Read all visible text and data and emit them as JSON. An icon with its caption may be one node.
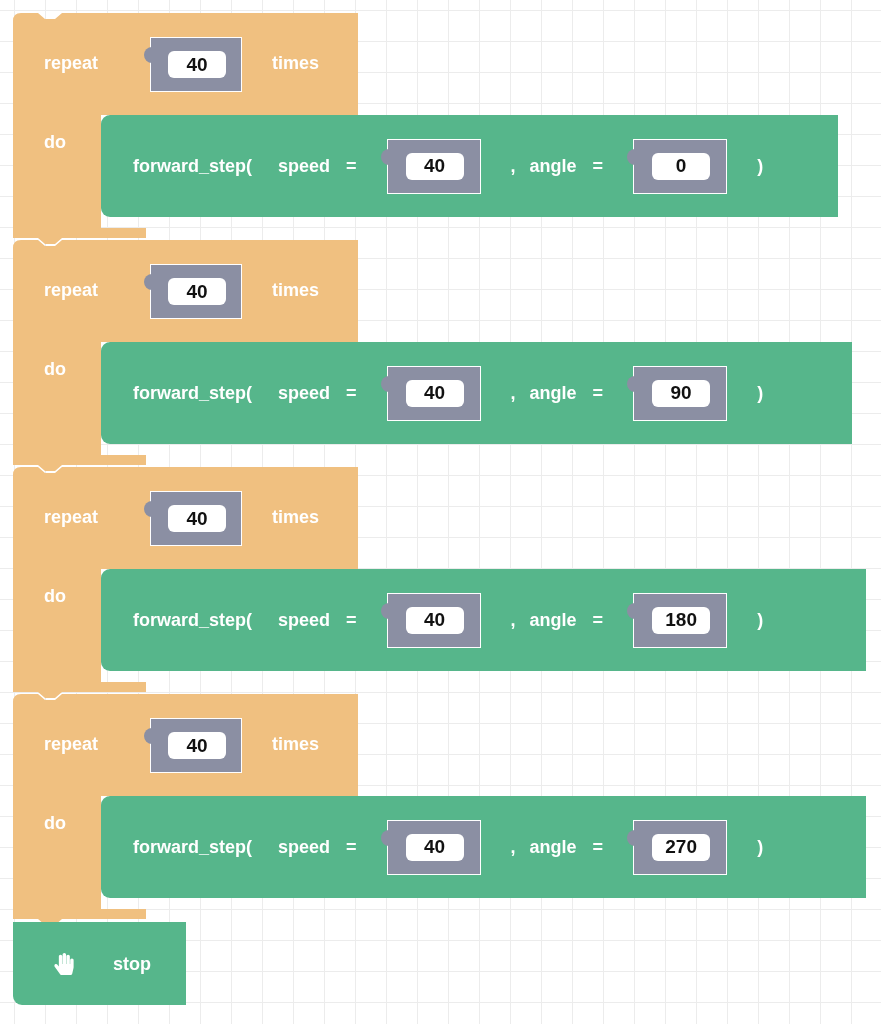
{
  "diagram": {
    "nodes": [
      {
        "text": [
          "repeat",
          "times",
          "do"
        ]
      },
      {
        "text": [
          "40"
        ],
        "in": 0
      },
      {
        "text": [
          "forward_step(",
          "speed",
          "=",
          ",",
          "angle",
          "=",
          ")"
        ]
      },
      {
        "text": [
          "40"
        ],
        "in": 2
      },
      {
        "text": [
          "0"
        ],
        "in": 2
      },
      {
        "text": [
          "repeat",
          "times",
          "do"
        ]
      },
      {
        "text": [
          "40"
        ],
        "in": 5
      },
      {
        "text": [
          "forward_step(",
          "speed",
          "=",
          ",",
          "angle",
          "=",
          ")"
        ]
      },
      {
        "text": [
          "40"
        ],
        "in": 7
      },
      {
        "text": [
          "90"
        ],
        "in": 7
      },
      {
        "text": [
          "repeat",
          "times",
          "do"
        ]
      },
      {
        "text": [
          "40"
        ],
        "in": 10
      },
      {
        "text": [
          "forward_step(",
          "speed",
          "=",
          ",",
          "angle",
          "=",
          ")"
        ]
      },
      {
        "text": [
          "40"
        ],
        "in": 12
      },
      {
        "text": [
          "180"
        ],
        "in": 12
      },
      {
        "text": [
          "repeat",
          "times",
          "do"
        ]
      },
      {
        "text": [
          "40"
        ],
        "in": 15
      },
      {
        "text": [
          "forward_step(",
          "speed",
          "=",
          ",",
          "angle",
          "=",
          ")"
        ]
      },
      {
        "text": [
          "40"
        ],
        "in": 17
      },
      {
        "text": [
          "270"
        ],
        "in": 17
      },
      {
        "text": [
          "stop"
        ]
      }
    ]
  }
}
